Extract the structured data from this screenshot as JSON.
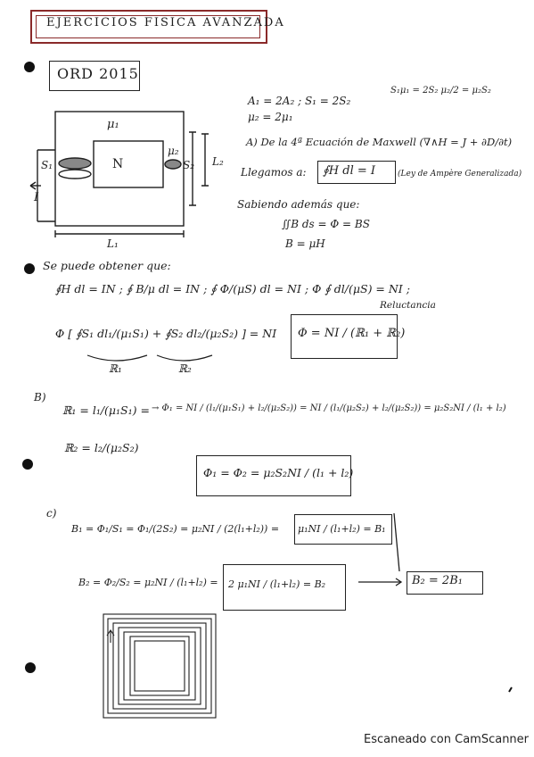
{
  "header": {
    "title": "EJERCICIOS FISICA AVANZADA",
    "exam": "ORD 2015"
  },
  "diagram": {
    "mu1": "μ₁",
    "mu2": "μ₂",
    "core_label": "N",
    "s1": "S₁",
    "s2": "S₂",
    "current": "I",
    "l1": "L₁",
    "l2": "L₂"
  },
  "relations": {
    "r1": "A₁ = 2A₂ ; S₁ = 2S₂",
    "r2": "μ₂ = 2μ₁",
    "r3": "S₁μ₁ = 2S₂ μ₂/2 = μ₂S₂"
  },
  "part_a": {
    "intro": "A) De la 4ª Ecuación de Maxwell (∇∧H = J + ∂D/∂t)",
    "ampere": "Llegamos a:",
    "ampere_eq": "∮H dl = I",
    "ampere_note": "(Ley de Ampère Generalizada)",
    "knowing": "Sabiendo además que:",
    "flux_eq": "∬B ds = Φ = BS",
    "b_eq": "B = μH",
    "obtain": "Se puede obtener que:",
    "eq_line1": "∮H dl = IN ;  ∮ B/μ dl = IN ;  ∮ Φ/(μS) dl = NI ;  Φ ∮ dl/(μS) = NI ;",
    "reluctance": "Reluctancia",
    "eq_line2_left": "Φ [ ∮S₁ dl₁/(μ₁S₁) + ∮S₂ dl₂/(μ₂S₂) ] = NI",
    "R1": "ℝ₁",
    "R2": "ℝ₂",
    "flux_result": "Φ = NI / (ℝ₁ + ℝ₂)"
  },
  "part_b": {
    "label": "B)",
    "R1_eq": "ℝ₁ = l₁/(μ₁S₁) =",
    "R2_eq": "ℝ₂ = l₂/(μ₂S₂)",
    "phi1_chain": "→ Φ₁ = NI / (l₁/(μ₁S₁) + l₂/(μ₂S₂)) = NI / (l₁/(μ₂S₂) + l₂/(μ₂S₂)) = μ₂S₂NI / (l₁ + l₂)",
    "phi_result": "Φ₁ = Φ₂ = μ₂S₂NI / (l₁ + l₂)"
  },
  "part_c": {
    "label": "c)",
    "B1_eq": "B₁ = Φ₁/S₁ = Φ₁/(2S₂) = μ₂NI / (2(l₁+l₂)) =",
    "B1_result": "μ₁NI / (l₁+l₂) = B₁",
    "B2_eq": "B₂ = Φ₂/S₂ = μ₂NI / (l₁+l₂) =",
    "B2_result": "2 μ₁NI / (l₁+l₂) = B₂",
    "final": "B₂ = 2B₁"
  },
  "footer": {
    "scanner": "Escaneado con CamScanner"
  }
}
